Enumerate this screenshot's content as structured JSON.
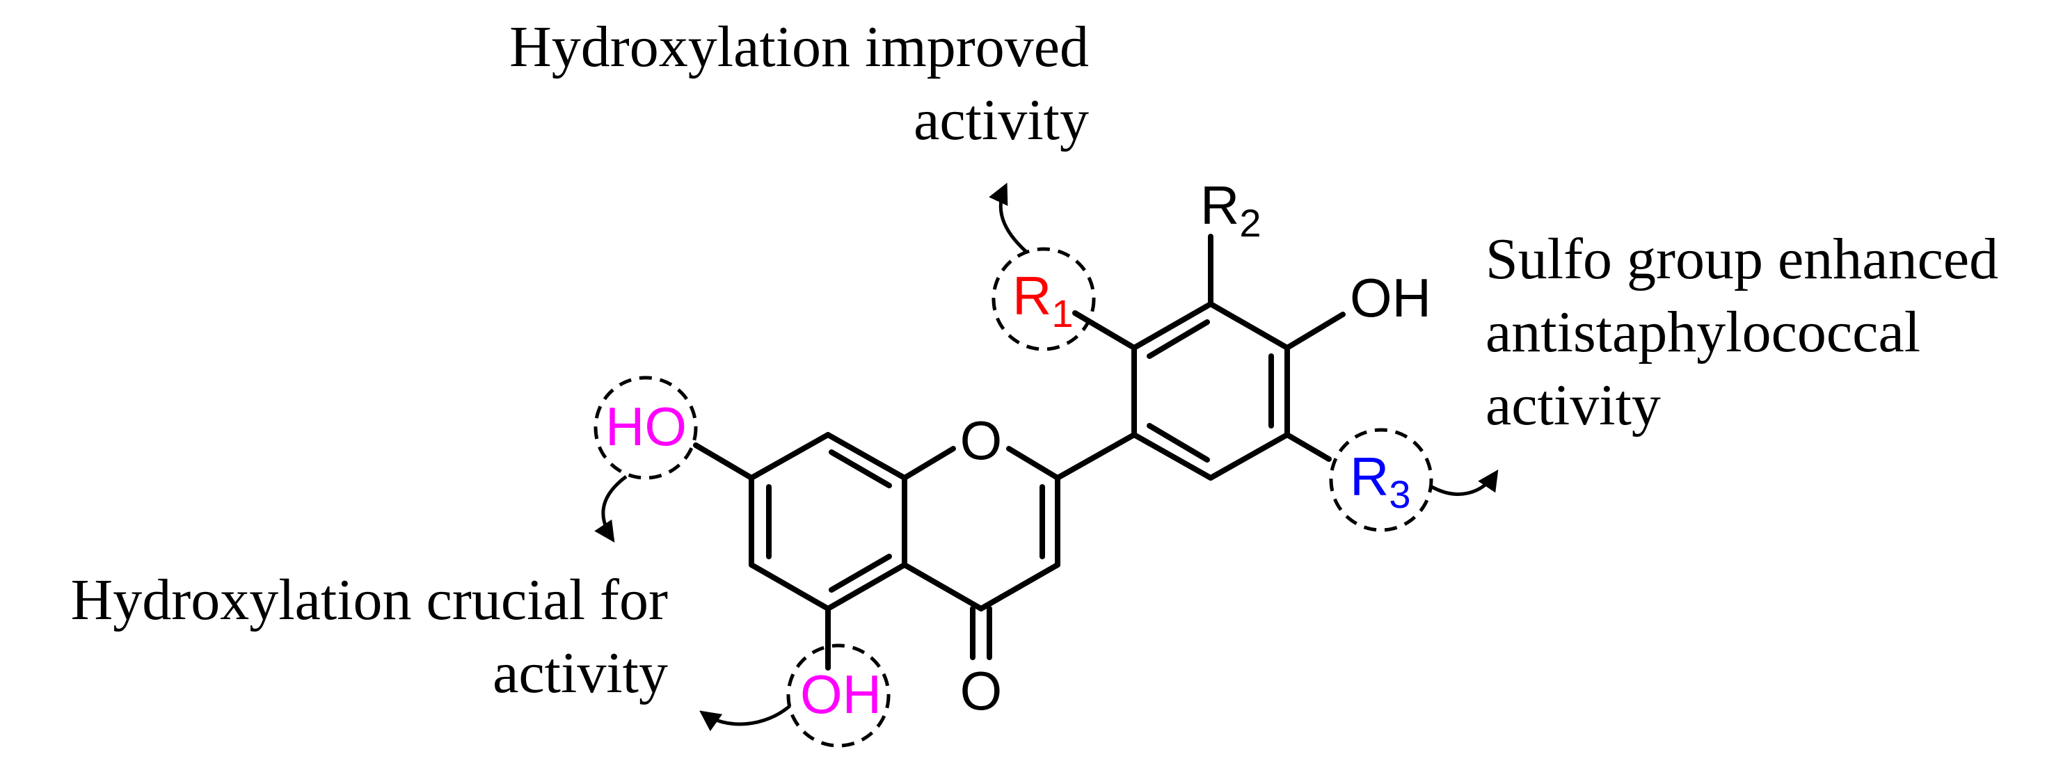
{
  "annotations": {
    "r1_note": [
      "Hydroxylation improved",
      "activity"
    ],
    "r3_note": [
      "Sulfo group enhanced",
      "antistaphylococcal",
      "activity"
    ],
    "ho_note": [
      "Hydroxylation crucial for",
      "activity"
    ]
  },
  "atoms": {
    "ring_oxygen": "O",
    "carbonyl_oxygen": "O",
    "hydroxyl_b_ring": "OH",
    "hydroxyl_7": "HO",
    "hydroxyl_5": "OH",
    "r1": "R",
    "r1_sub": "1",
    "r2": "R",
    "r2_sub": "2",
    "r3": "R",
    "r3_sub": "3"
  },
  "colors": {
    "r1": "#ff0000",
    "r3": "#0000ff",
    "hydroxyl_highlight": "#ff00ff",
    "default": "#000000"
  }
}
